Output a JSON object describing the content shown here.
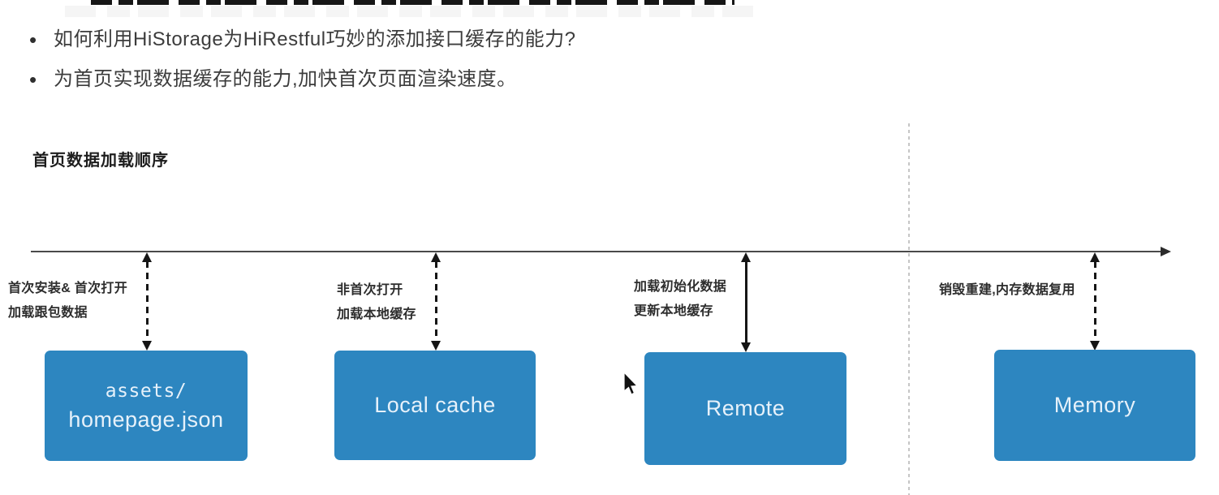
{
  "bullets": [
    "如何利用HiStorage为HiRestful巧妙的添加接口缓存的能力?",
    "为首页实现数据缓存的能力,加快首次页面渲染速度。"
  ],
  "diagram": {
    "title": "首页数据加载顺序",
    "stages": [
      {
        "label_line1": "首次安装& 首次打开",
        "label_line2": "加载跟包数据",
        "arrow_style": "dashed",
        "box_line1": "assets/",
        "box_line2": "homepage.json"
      },
      {
        "label_line1": "非首次打开",
        "label_line2": "加载本地缓存",
        "arrow_style": "dashed",
        "box_label": "Local cache"
      },
      {
        "label_line1": "加载初始化数据",
        "label_line2": "更新本地缓存",
        "arrow_style": "solid",
        "box_label": "Remote"
      },
      {
        "label_line1": "销毁重建,内存数据复用",
        "arrow_style": "dashed",
        "box_label": "Memory"
      }
    ]
  },
  "colors": {
    "accent": "#2d86c0",
    "boxText": "#e6f1fa",
    "ink": "#151515",
    "line": "#4a4a4a",
    "separator": "#c6c6c6"
  }
}
